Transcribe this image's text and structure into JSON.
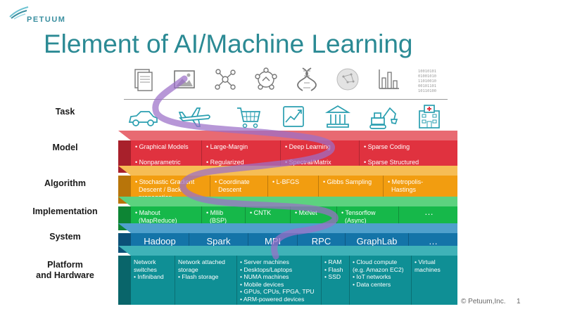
{
  "brand": {
    "name": "PETUUM"
  },
  "title": "Element of AI/Machine Learning",
  "row_labels": {
    "task": "Task",
    "model": "Model",
    "algorithm": "Algorithm",
    "implementation": "Implementation",
    "system": "System",
    "platform": "Platform\nand Hardware"
  },
  "icons": {
    "data_row": [
      "documents-icon",
      "image-icon",
      "network-graph-icon",
      "neural-net-icon",
      "dna-icon",
      "globe-icon",
      "bar-chart-icon",
      "binary-data-icon"
    ],
    "task_row": [
      "car-icon",
      "airplane-icon",
      "shopping-cart-icon",
      "trading-chart-icon",
      "bank-icon",
      "excavator-icon",
      "hospital-icon"
    ]
  },
  "layers": {
    "model": [
      "• Graphical Models\n\n• Nonparametric\n  Bayesian Models",
      "• Large-Margin\n\n• Regularized\n  Bayesian Methods",
      "• Deep Learning\n\n• Spectral/Matrix\n  Methods",
      "• Sparse Coding\n\n• Sparse Structured\n  I/O Regression"
    ],
    "algorithm": [
      "• Stochastic Gradient\n  Descent / Back\n  propagation",
      "• Coordinate\n  Descent",
      "• L-BFGS",
      "• Gibbs Sampling",
      "• Metropolis-\n  Hastings"
    ],
    "implementation": [
      "• Mahout\n  (MapReduce)",
      "• Mllib\n  (BSP)",
      "• CNTK",
      "• MxNet",
      "• Tensorflow\n  (Async)",
      "…"
    ],
    "system": [
      "Hadoop",
      "Spark",
      "MPI",
      "RPC",
      "GraphLab",
      "…"
    ],
    "platform": [
      [
        "Network",
        "switches",
        "• Infiniband"
      ],
      [
        "Network attached",
        "storage",
        "• Flash storage"
      ],
      [
        "• Server machines",
        "• Desktops/Laptops",
        "• NUMA machines",
        "• Mobile devices",
        "• GPUs, CPUs, FPGA, TPU",
        "• ARM-powered devices"
      ],
      [
        "• RAM",
        "• Flash",
        "• SSD"
      ],
      [
        "• Cloud compute",
        "(e.g. Amazon EC2)",
        "• IoT networks",
        "• Data centers"
      ],
      [
        "• Virtual",
        "machines"
      ]
    ]
  },
  "colors": {
    "title": "#2b8a94",
    "model": "#e0323f",
    "model_top": "#e86a72",
    "model_side": "#a8202b",
    "algorithm": "#f29d10",
    "algorithm_top": "#f6bd55",
    "algorithm_side": "#b8750a",
    "implementation": "#16b84a",
    "implementation_top": "#5cd27f",
    "implementation_side": "#0d8534",
    "system": "#1474a8",
    "system_top": "#4fa0cc",
    "system_side": "#0c5178",
    "platform": "#0f8f95",
    "platform_top": "#3fb2b8",
    "platform_side": "#09656a",
    "worm": "#9b6fc8"
  },
  "footer": "© Petuum,Inc.",
  "page_number": "1"
}
